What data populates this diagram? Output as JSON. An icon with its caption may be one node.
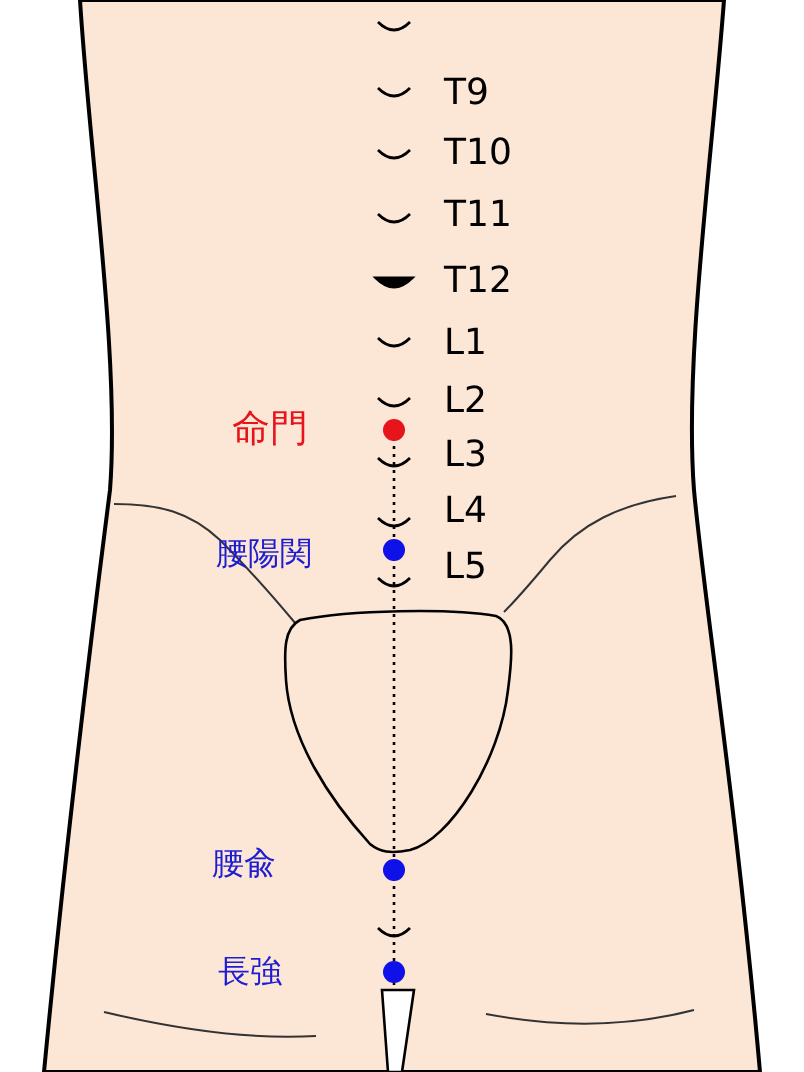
{
  "diagram": {
    "labels": [
      "T9",
      "T10",
      "T11",
      "T12",
      "L1",
      "L2",
      "命門",
      "L3",
      "L4",
      "腰陽関",
      "L5",
      "腰兪",
      "長強"
    ]
  }
}
